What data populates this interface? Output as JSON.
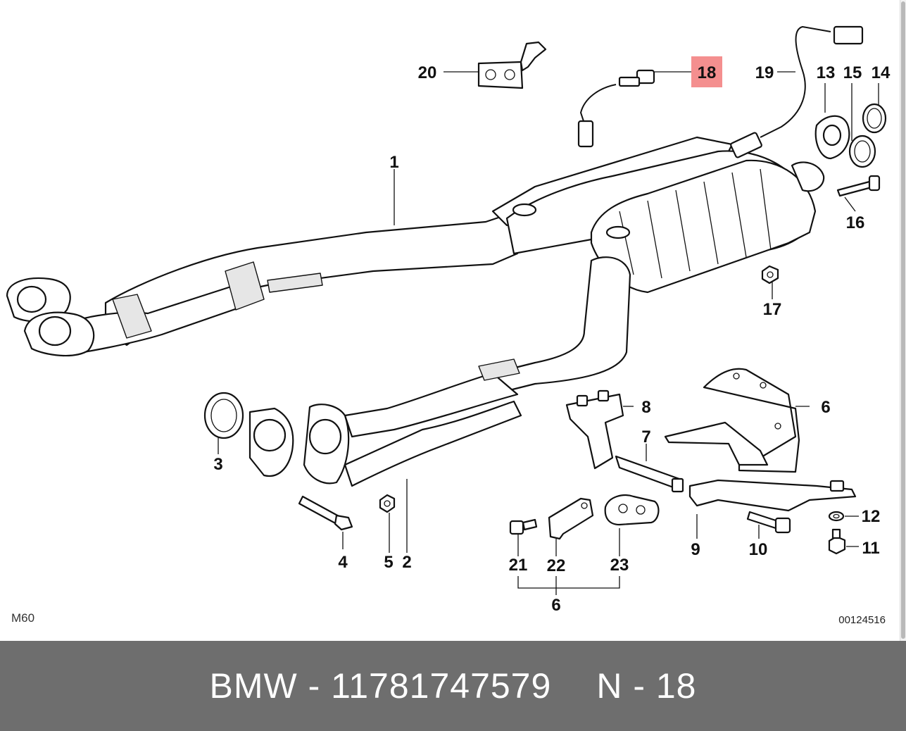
{
  "footer": {
    "part_line": "BMW - 11781747579",
    "position_line": "N - 18"
  },
  "diagram": {
    "model_code": "M60",
    "drawing_number": "00124516",
    "highlight_color": "#f48f8f",
    "highlighted_callout": "18",
    "callouts": {
      "c1": "1",
      "c2": "2",
      "c3": "3",
      "c4": "4",
      "c5": "5",
      "c6a": "6",
      "c6b": "6",
      "c7": "7",
      "c8": "8",
      "c9": "9",
      "c10": "10",
      "c11": "11",
      "c12": "12",
      "c13": "13",
      "c14": "14",
      "c15": "15",
      "c16": "16",
      "c17": "17",
      "c18": "18",
      "c19": "19",
      "c20": "20",
      "c21": "21",
      "c22": "22",
      "c23": "23"
    }
  }
}
